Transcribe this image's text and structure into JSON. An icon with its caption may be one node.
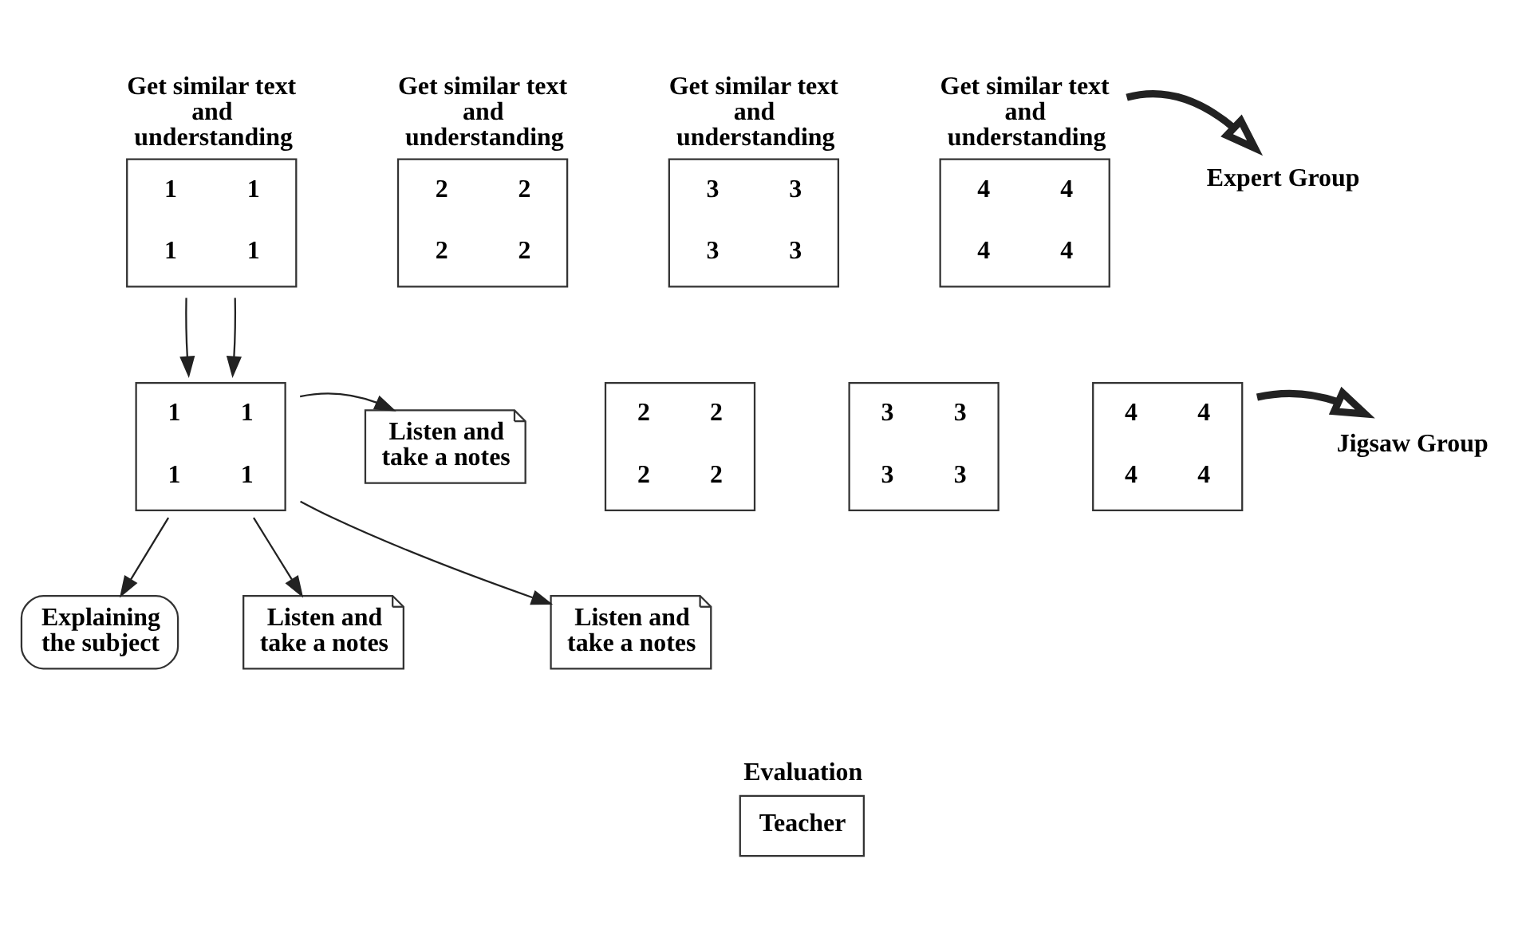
{
  "diagram": {
    "nodes": [
      {
        "text": [
          "Get similar text and understanding",
          "1",
          "1",
          "1",
          "1"
        ]
      },
      {
        "text": [
          "Get similar text and understanding",
          "2",
          "2",
          "2",
          "2"
        ]
      },
      {
        "text": [
          "Get similar text and understanding",
          "3",
          "3",
          "3",
          "3"
        ]
      },
      {
        "text": [
          "Get similar text and understanding",
          "4",
          "4",
          "4",
          "4"
        ]
      },
      {
        "text": [
          "Expert Group"
        ]
      },
      {
        "text": [
          "Explaining the subject"
        ]
      },
      {
        "text": [
          "1",
          "1",
          "1",
          "1"
        ]
      },
      {
        "text": [
          "Listen and take a notes"
        ]
      },
      {
        "text": [
          "2",
          "2",
          "2",
          "2"
        ]
      },
      {
        "text": [
          "3",
          "3",
          "3",
          "3"
        ]
      },
      {
        "text": [
          "4",
          "4",
          "4",
          "4"
        ]
      },
      {
        "text": [
          "Jigsaw Group"
        ]
      },
      {
        "text": [
          "Listen and take a notes"
        ]
      },
      {
        "text": [
          "Listen and take a notes"
        ]
      },
      {
        "text": [
          "Evaluation",
          "Teacher"
        ]
      }
    ],
    "edges": [
      {
        "from": 0,
        "to": 6,
        "arrow": "to"
      },
      {
        "from": 0,
        "to": 6,
        "arrow": "to"
      },
      {
        "from": 6,
        "to": 5,
        "arrow": "to"
      },
      {
        "from": 6,
        "to": 7,
        "arrow": "to"
      },
      {
        "from": 6,
        "to": 12,
        "arrow": "to"
      },
      {
        "from": 6,
        "to": 13,
        "arrow": "to"
      },
      {
        "from": 3,
        "to": 4,
        "arrow": "to",
        "style": "thick"
      },
      {
        "from": 10,
        "to": 11,
        "arrow": "to",
        "style": "thick"
      }
    ]
  }
}
